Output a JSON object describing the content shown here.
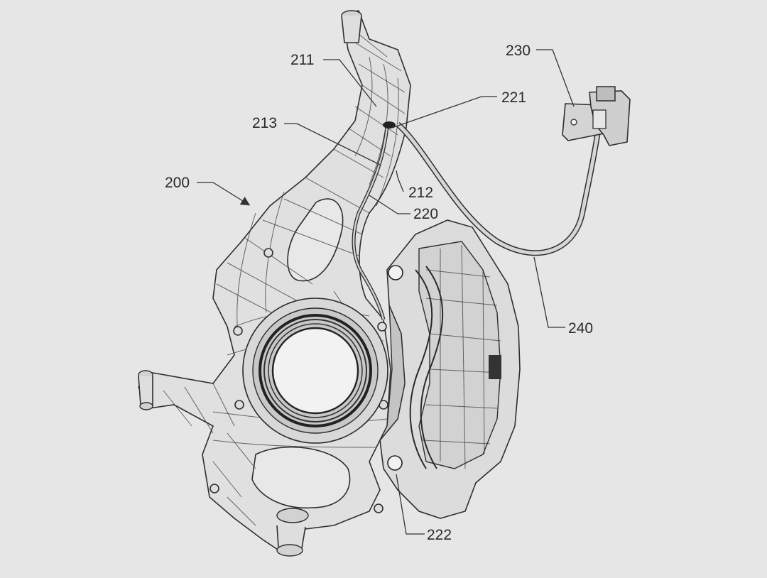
{
  "labels": {
    "l200": "200",
    "l211": "211",
    "l212": "212",
    "l213": "213",
    "l220": "220",
    "l221": "221",
    "l222": "222",
    "l230": "230",
    "l240": "240"
  },
  "colors": {
    "background": "#e6e6e6",
    "line": "#333333"
  }
}
